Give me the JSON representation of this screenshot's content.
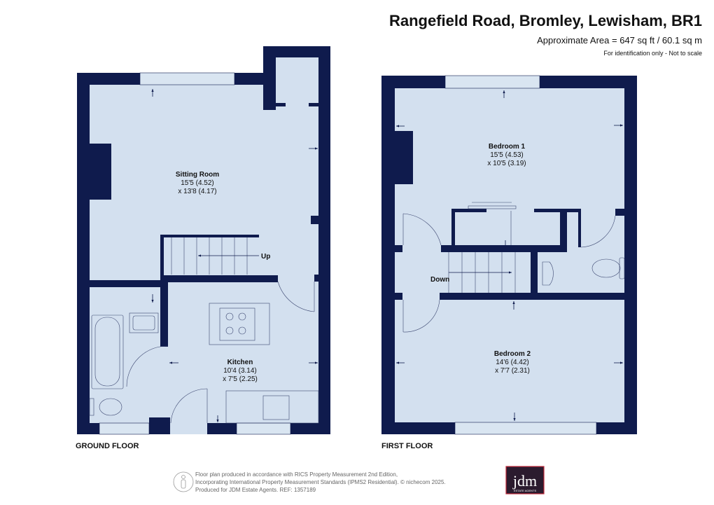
{
  "header": {
    "title": "Rangefield Road, Bromley, Lewisham, BR1",
    "area": "Approximate Area = 647 sq ft / 60.1 sq m",
    "disclaimer": "For identification only - Not to scale"
  },
  "colors": {
    "wall": "#0f1b4d",
    "floor": "#d3e0ef",
    "logo_bg": "#2b1b2e",
    "logo_border": "#c0283a"
  },
  "ground_floor": {
    "label": "GROUND FLOOR",
    "rooms": [
      {
        "name": "Sitting Room",
        "dim1": "15'5 (4.52)",
        "dim2": "x 13'8 (4.17)"
      },
      {
        "name": "Kitchen",
        "dim1": "10'4 (3.14)",
        "dim2": "x 7'5 (2.25)"
      }
    ],
    "stairs_label": "Up"
  },
  "first_floor": {
    "label": "FIRST FLOOR",
    "rooms": [
      {
        "name": "Bedroom 1",
        "dim1": "15'5 (4.53)",
        "dim2": "x 10'5 (3.19)"
      },
      {
        "name": "Bedroom 2",
        "dim1": "14'6 (4.42)",
        "dim2": "x 7'7 (2.31)"
      }
    ],
    "stairs_label": "Down"
  },
  "footer": {
    "line1": "Floor plan produced in accordance with RICS Property Measurement 2nd Edition,",
    "line2": "Incorporating International Property Measurement Standards (IPMS2 Residential).   © nichecom 2025.",
    "line3": "Produced for JDM Estate Agents.   REF:  1357189",
    "logo_text": "jdm",
    "logo_sub": "ESTATE AGENTS"
  }
}
